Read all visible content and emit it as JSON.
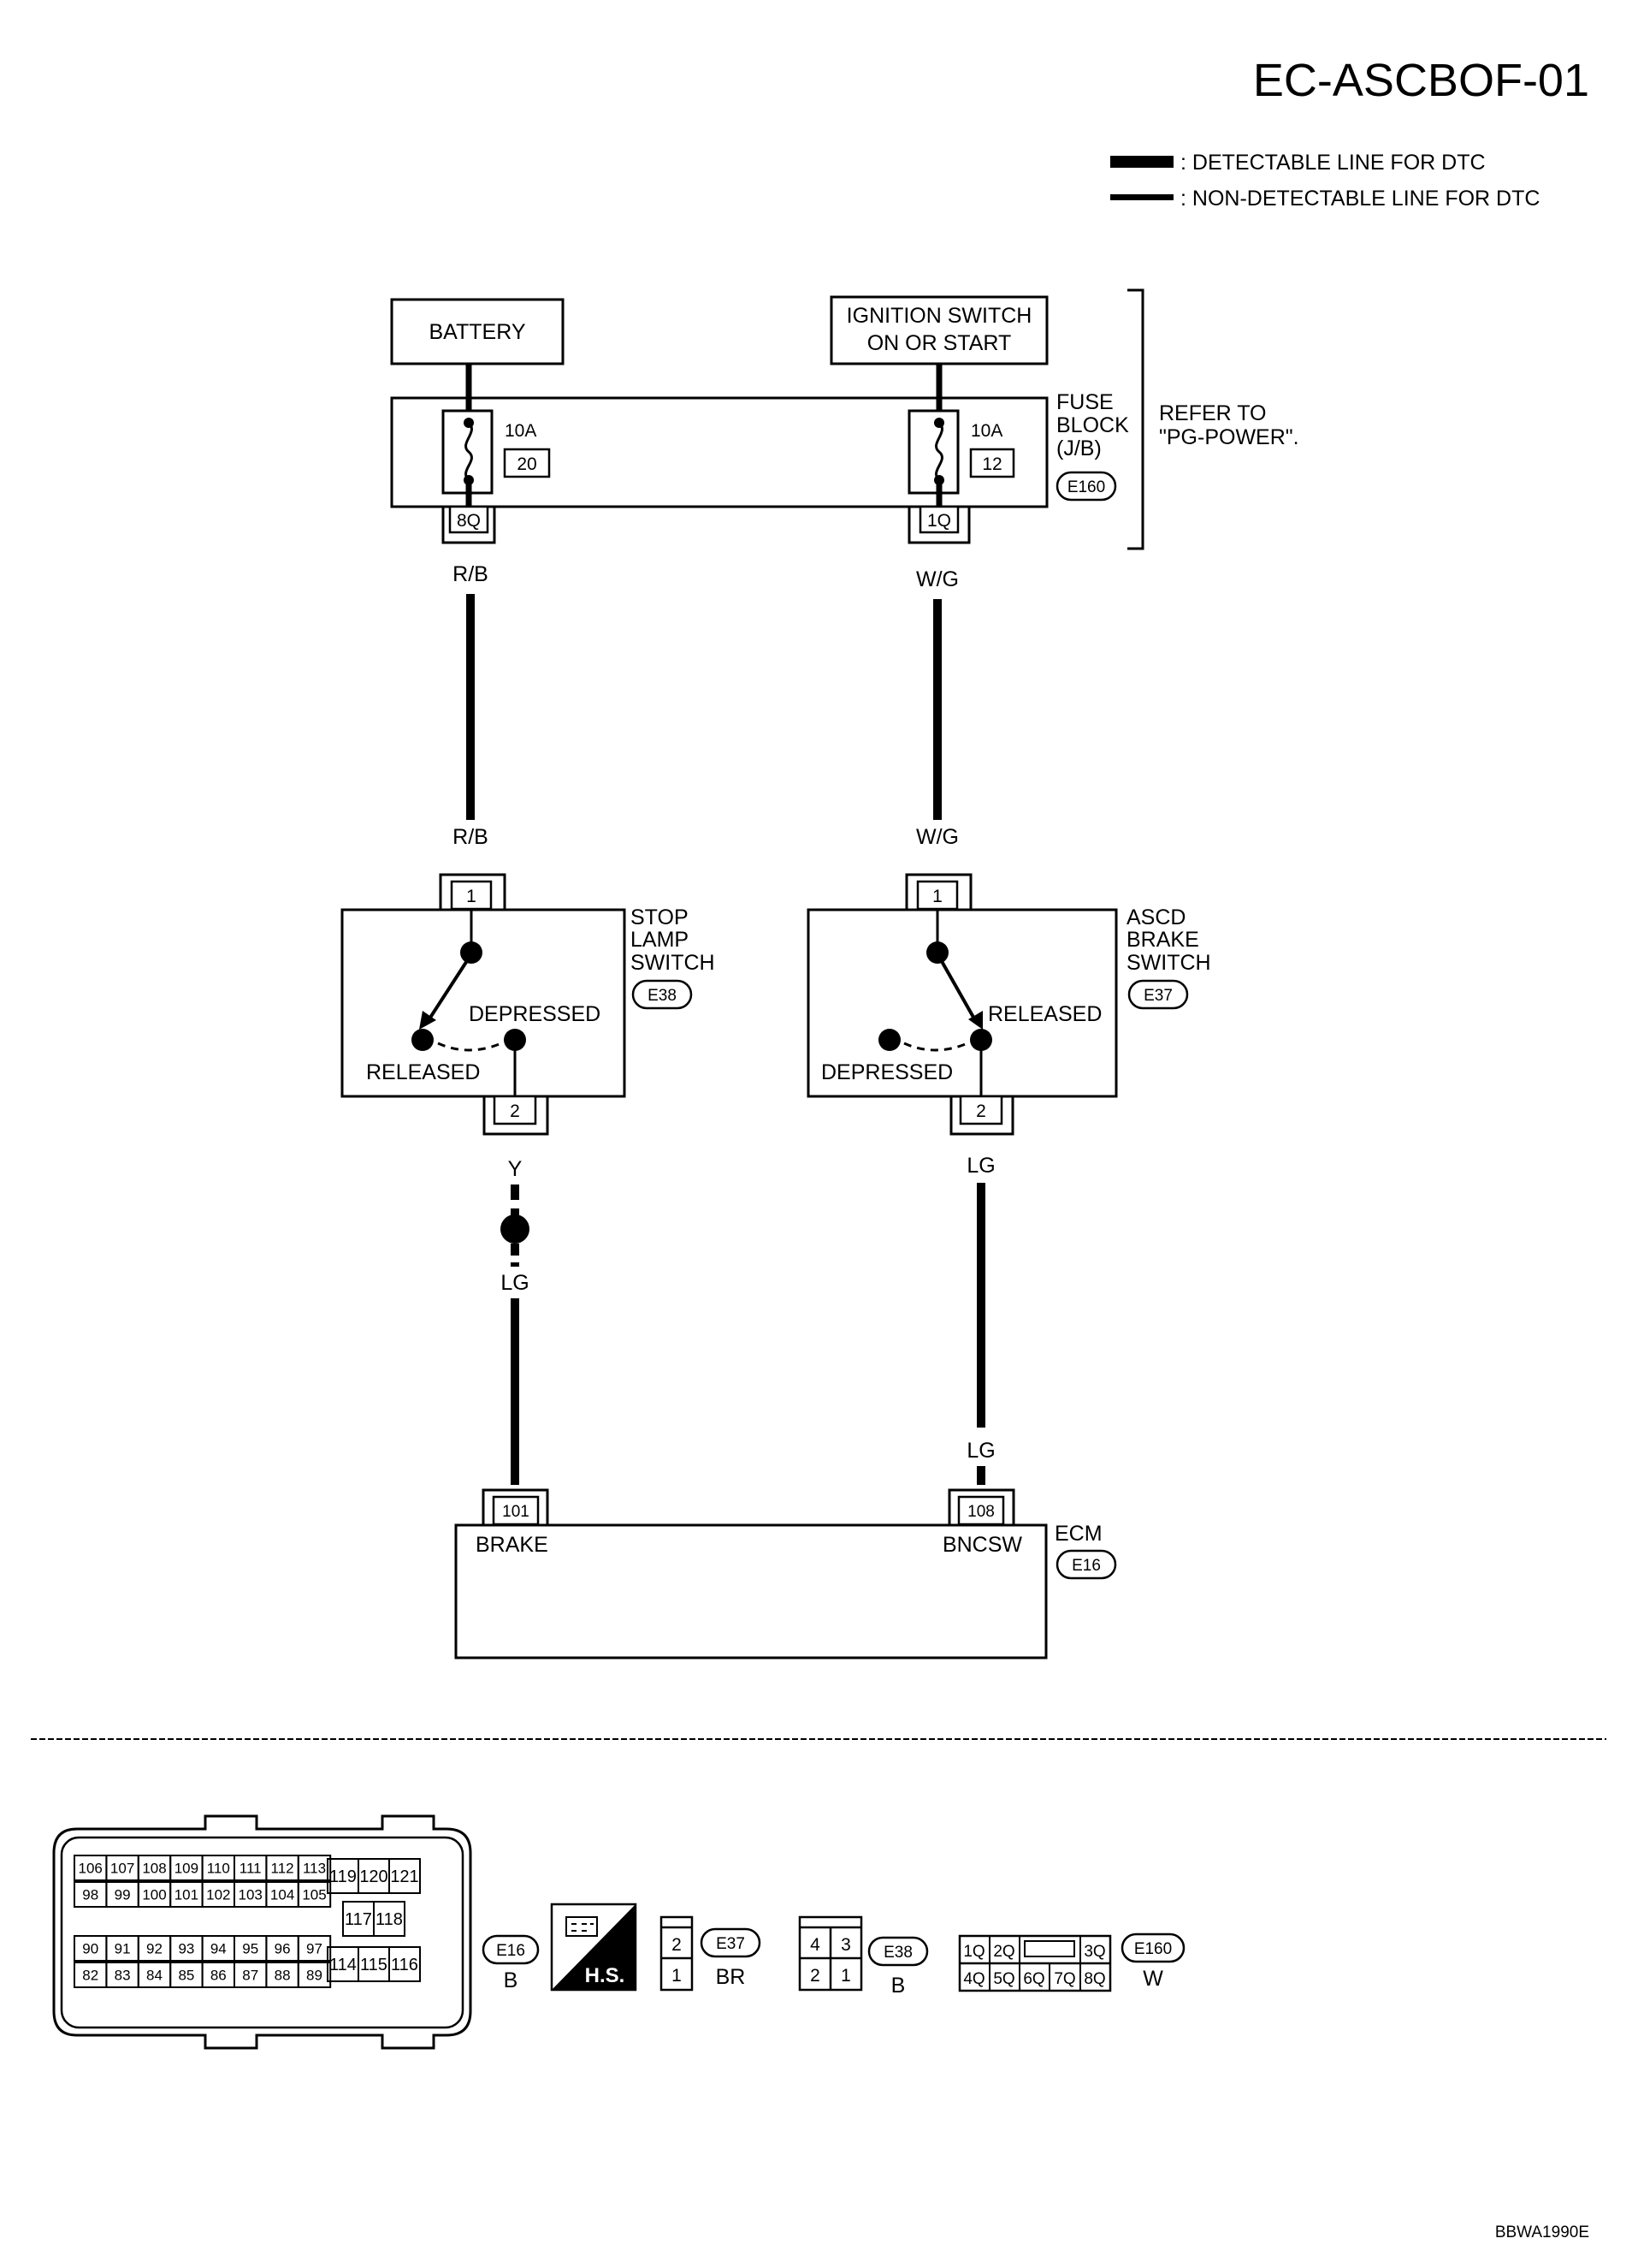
{
  "page_id": "EC-ASCBOF-01",
  "legend": {
    "detectable": ": DETECTABLE LINE FOR DTC",
    "non_detectable": ": NON-DETECTABLE LINE FOR DTC"
  },
  "power": {
    "battery": "BATTERY",
    "ignition_line1": "IGNITION SWITCH",
    "ignition_line2": "ON OR START"
  },
  "fuse_block": {
    "line1": "FUSE",
    "line2": "BLOCK",
    "line3": "(J/B)",
    "connector": "E160",
    "refer_line1": "REFER TO",
    "refer_line2": "\"PG-POWER\".",
    "fuse_left_amp": "10A",
    "fuse_left_no": "20",
    "fuse_left_terminal": "8Q",
    "fuse_right_amp": "10A",
    "fuse_right_no": "12",
    "fuse_right_terminal": "1Q"
  },
  "wires": {
    "left_top": "R/B",
    "left_top2": "R/B",
    "right_top": "W/G",
    "right_top2": "W/G",
    "left_mid": "Y",
    "left_low": "LG",
    "right_mid": "LG",
    "right_low": "LG"
  },
  "stop_lamp_switch": {
    "line1": "STOP",
    "line2": "LAMP",
    "line3": "SWITCH",
    "connector": "E38",
    "pin_top": "1",
    "pin_bottom": "2",
    "pos_depressed": "DEPRESSED",
    "pos_released": "RELEASED"
  },
  "ascd_brake_switch": {
    "line1": "ASCD",
    "line2": "BRAKE",
    "line3": "SWITCH",
    "connector": "E37",
    "pin_top": "1",
    "pin_bottom": "2",
    "pos_released": "RELEASED",
    "pos_depressed": "DEPRESSED"
  },
  "ecm": {
    "label": "ECM",
    "connector": "E16",
    "pin_left": "101",
    "pin_right": "108",
    "term_left": "BRAKE",
    "term_right": "BNCSW"
  },
  "connectors": {
    "e16": {
      "id": "E16",
      "color": "B",
      "row1": [
        "106",
        "107",
        "108",
        "109",
        "110",
        "111",
        "112",
        "113"
      ],
      "row2": [
        "98",
        "99",
        "100",
        "101",
        "102",
        "103",
        "104",
        "105"
      ],
      "row3": [
        "90",
        "91",
        "92",
        "93",
        "94",
        "95",
        "96",
        "97"
      ],
      "row4": [
        "82",
        "83",
        "84",
        "85",
        "86",
        "87",
        "88",
        "89"
      ],
      "right_top": [
        "119",
        "120",
        "121"
      ],
      "right_mid": [
        "117",
        "118"
      ],
      "right_bottom": [
        "114",
        "115",
        "116"
      ]
    },
    "hs": "H.S.",
    "e37": {
      "id": "E37",
      "color": "BR",
      "top": "2",
      "bottom": "1"
    },
    "e38": {
      "id": "E38",
      "color": "B",
      "top": [
        "4",
        "3"
      ],
      "bottom": [
        "2",
        "1"
      ]
    },
    "e160": {
      "id": "E160",
      "color": "W",
      "top": [
        "1Q",
        "2Q",
        "3Q"
      ],
      "bottom": [
        "4Q",
        "5Q",
        "6Q",
        "7Q",
        "8Q"
      ]
    }
  },
  "figure_code": "BBWA1990E"
}
